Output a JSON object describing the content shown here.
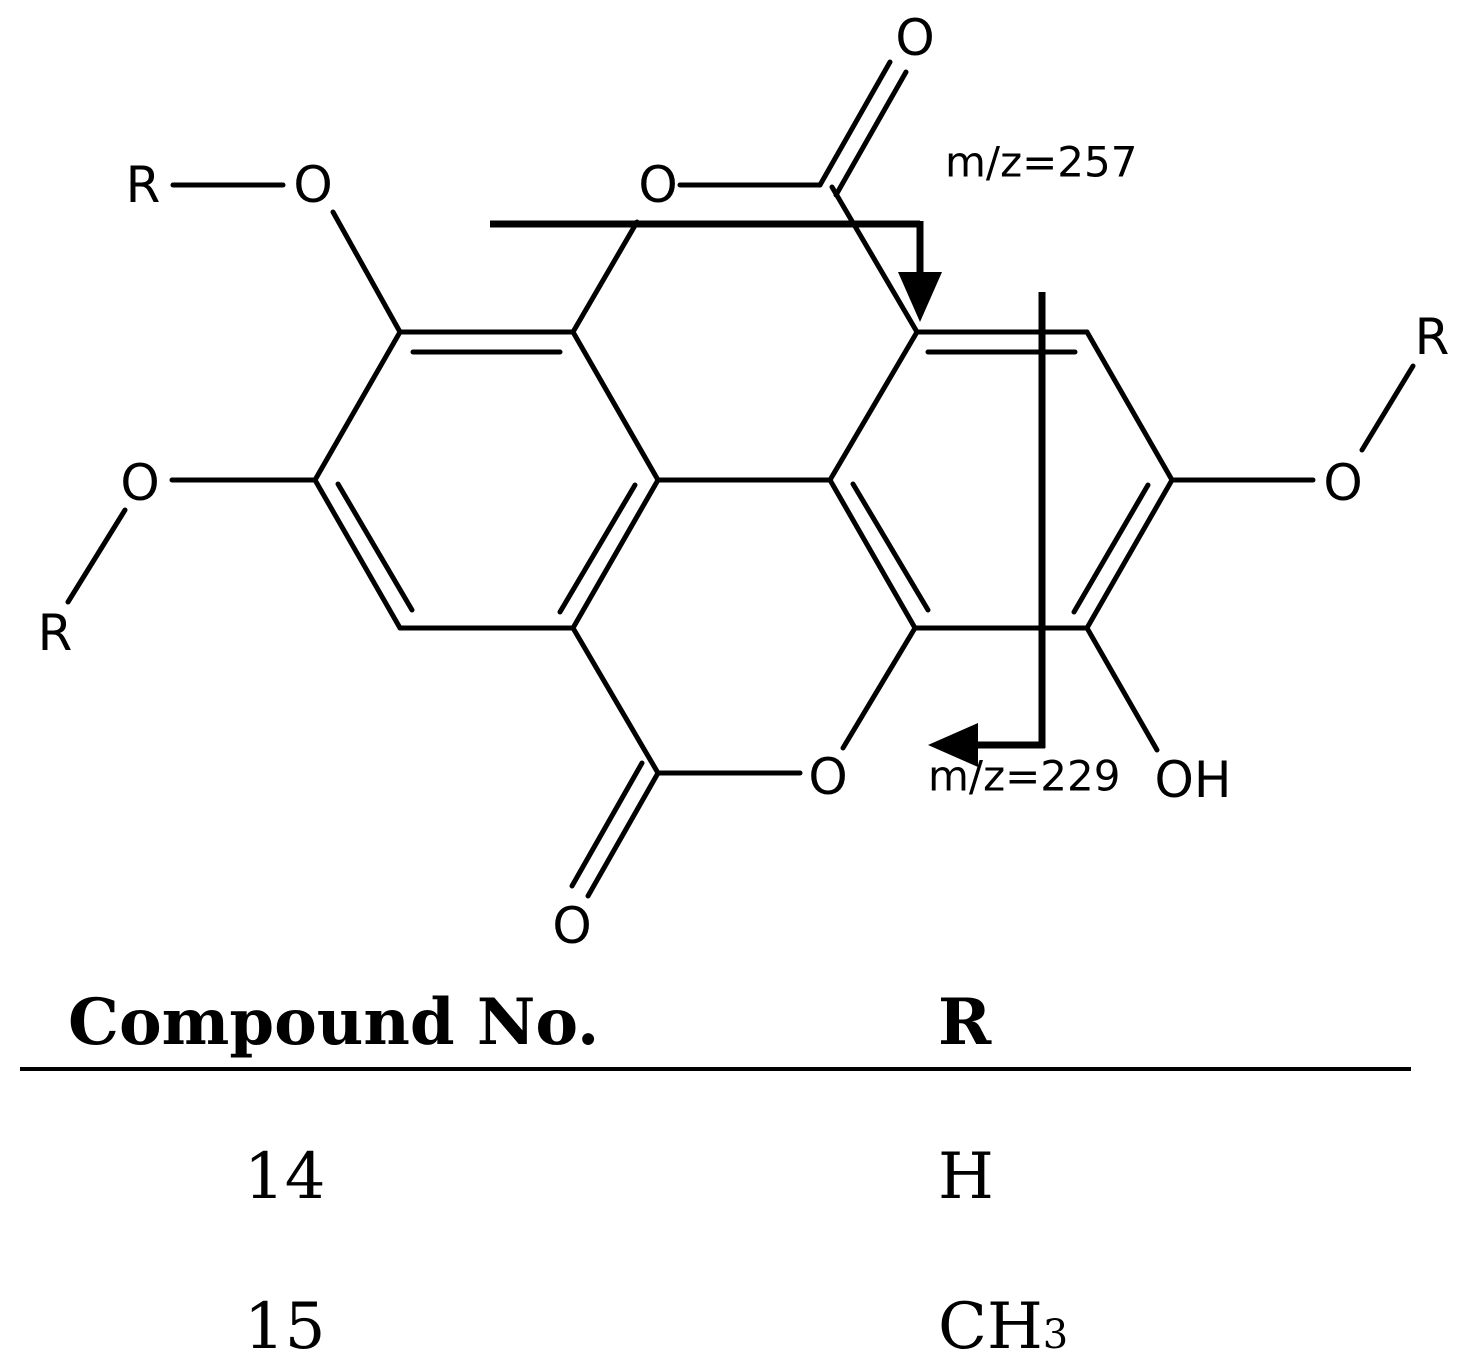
{
  "structure": {
    "atoms": {
      "r_top_left": "R",
      "o_top_left": "O",
      "o_ring_top": "O",
      "o_carbonyl_top": "O",
      "r_right": "R",
      "o_right": "O",
      "o_left": "O",
      "r_left": "R",
      "o_ring_bottom": "O",
      "o_carbonyl_bottom": "O",
      "oh": "OH"
    },
    "fragments": {
      "upper": "m/z=257",
      "lower": "m/z=229"
    }
  },
  "table": {
    "headers": {
      "compound": "Compound No.",
      "r": "R"
    },
    "rows": [
      {
        "compound": "14",
        "r": "H",
        "r_sub": ""
      },
      {
        "compound": "15",
        "r": "CH",
        "r_sub": "3"
      }
    ]
  }
}
